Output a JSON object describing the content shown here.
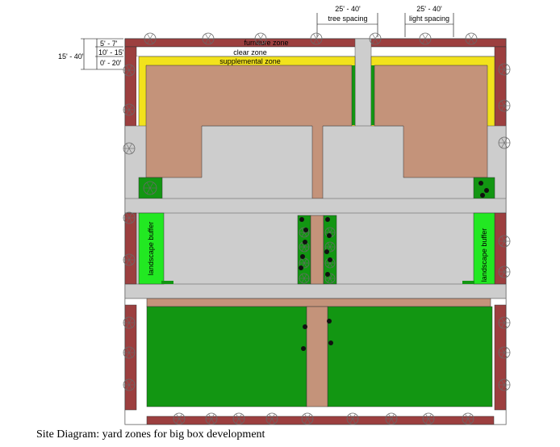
{
  "annotations": {
    "tree_spacing": {
      "value": "25' - 40'",
      "label": "tree spacing"
    },
    "light_spacing": {
      "value": "25' - 40'",
      "label": "light spacing"
    },
    "total_depth": "15' - 40'",
    "furniture_depth": "5' - 7'",
    "clear_depth": "10' - 15'",
    "supplemental_depth": "0' - 20'"
  },
  "zones": {
    "furniture": "furniture zone",
    "clear": "clear zone",
    "supplemental": "supplemental zone",
    "buffer_left": "landscape buffer",
    "buffer_right": "landscape buffer"
  },
  "caption": "Site Diagram: yard zones for big box development",
  "colors": {
    "furniture_zone": "#9c3f3f",
    "supplemental_zone": "#f2e21c",
    "building": "#c4937a",
    "pavement": "#cdcdcd",
    "landscape_green": "#129612",
    "landscape_buffer": "#22e822",
    "tree": "#7a7a7a"
  }
}
